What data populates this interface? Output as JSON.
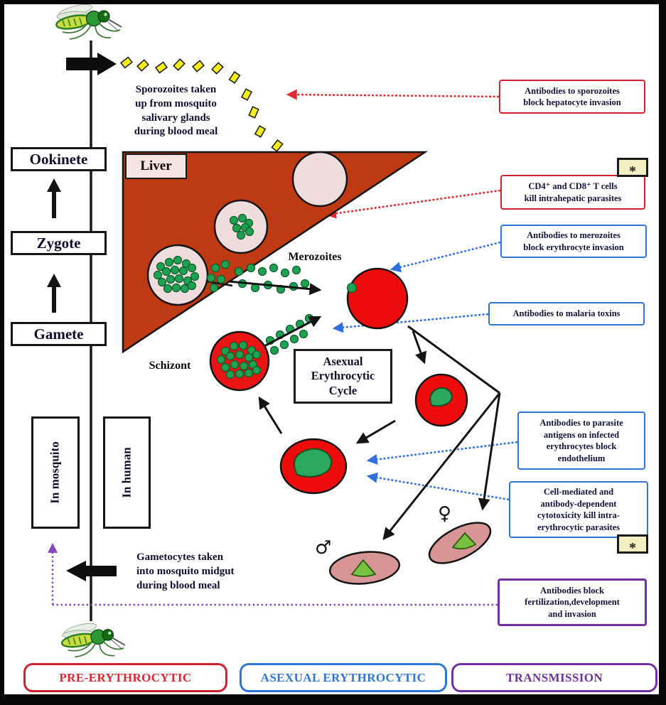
{
  "figure": {
    "stages": {
      "ookinete": "Ookinete",
      "zygote": "Zygote",
      "gamete": "Gamete"
    },
    "hosts": {
      "mosquito": "In mosquito",
      "human": "In human"
    },
    "labels": {
      "liver": "Liver",
      "merozoites": "Merozoites",
      "schizont": "Schizont",
      "asexual_cycle": "Asexual\nErythrocytic\nCycle",
      "sporozoite_note": "Sporozoites taken\nup from mosquito\nsalivary glands\nduring blood meal",
      "gametocyte_note": "Gametocytes taken\ninto mosquito midgut\nduring blood meal",
      "male_symbol": "♂",
      "female_symbol": "♀",
      "asterisk": "*"
    },
    "annotations": [
      {
        "id": "antibodies-sporozoites",
        "color": "red",
        "text": "Antibodies to sporozoites\nblock hepatocyte invasion"
      },
      {
        "id": "t-cells",
        "color": "red",
        "text": "CD4⁺ and CD8⁺ T cells\nkill intrahepatic parasites"
      },
      {
        "id": "antibodies-merozoites",
        "color": "blue",
        "text": "Antibodies to merozoites\nblock erythrocyte invasion"
      },
      {
        "id": "antibodies-toxins",
        "color": "blue",
        "text": "Antibodies to malaria toxins"
      },
      {
        "id": "antibodies-antigens",
        "color": "blue",
        "text": "Antibodies to parasite\nantigens on infected\nerythrocytes block\nendothelium"
      },
      {
        "id": "cell-mediated",
        "color": "blue",
        "text": "Cell-mediated and\nantibody-dependent\ncytotoxicity kill intra-\nerythrocytic parasites"
      },
      {
        "id": "antibodies-block",
        "color": "purple",
        "text": "Antibodies block\nfertilization,development\nand invasion"
      }
    ],
    "phases": [
      {
        "label": "PRE-ERYTHROCYTIC",
        "color": "red"
      },
      {
        "label": "ASEXUAL ERYTHROCYTIC",
        "color": "blue"
      },
      {
        "label": "TRANSMISSION",
        "color": "purple"
      }
    ],
    "colors": {
      "pre_erythrocytic": "#d02030",
      "asexual_erythrocytic": "#2f75d6",
      "transmission": "#7030a0",
      "liver_triangle": "#bf3a13",
      "erythrocyte_red": "#ee0b0b",
      "parasite_green": "#1fa152",
      "gametocyte_pink": "#d79595",
      "sporozoite_yellow": "#f6ee14"
    }
  }
}
